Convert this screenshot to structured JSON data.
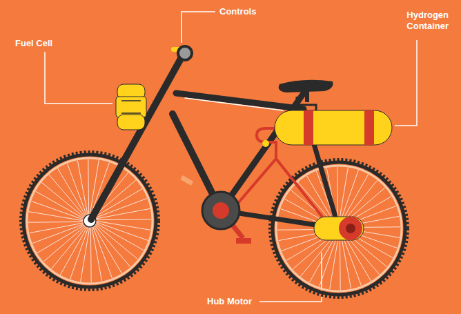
{
  "diagram": {
    "labels": [
      "Controls",
      "Fuel Cell",
      "Hydrogen Container",
      "Hub Motor"
    ]
  }
}
